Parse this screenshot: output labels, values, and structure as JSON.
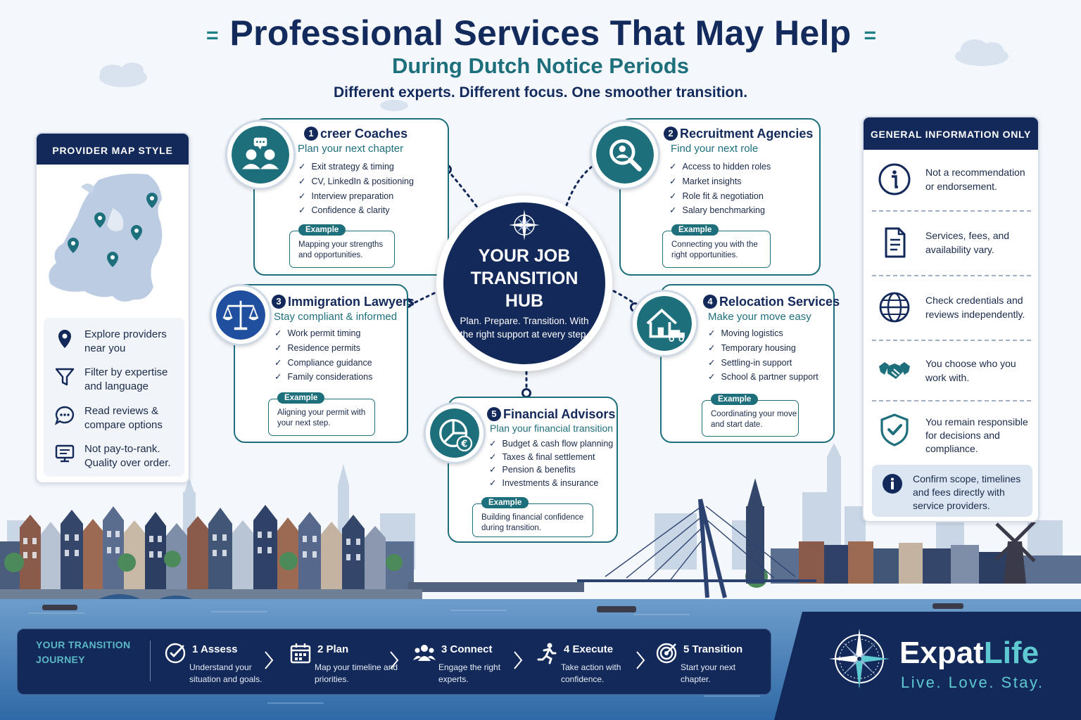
{
  "header": {
    "title": "Professional Services That May Help",
    "subtitle": "During Dutch Notice Periods",
    "tagline": "Different experts. Different focus. One smoother transition."
  },
  "map_panel": {
    "title": "PROVIDER MAP STYLE",
    "items": [
      {
        "icon": "location-pin-icon",
        "label": "Explore providers near you"
      },
      {
        "icon": "filter-icon",
        "label": "Filter by expertise and language"
      },
      {
        "icon": "chat-bubble-icon",
        "label": "Read reviews & compare options"
      },
      {
        "icon": "monitor-icon",
        "label": "Not pay-to-rank. Quality over order."
      }
    ]
  },
  "hub": {
    "title_line1": "YOUR JOB",
    "title_line2": "TRANSITION",
    "title_line3": "HUB",
    "subtitle": "Plan. Prepare. Transition. With the right support at every step."
  },
  "services": [
    {
      "number": "1",
      "title": "creer Coaches",
      "subtitle": "Plan your next chapter",
      "bullets": [
        "Exit strategy & timing",
        "CV, LinkedIn & positioning",
        "Interview preparation",
        "Confidence & clarity"
      ],
      "example_label": "Example",
      "example": "Mapping your strengths and opportunities.",
      "icon": "coaching-people-icon"
    },
    {
      "number": "2",
      "title": "Recruitment Agencies",
      "subtitle": "Find your next role",
      "bullets": [
        "Access to hidden roles",
        "Market insights",
        "Role fit & negotiation",
        "Salary benchmarking"
      ],
      "example_label": "Example",
      "example": "Connecting you with the right opportunities.",
      "icon": "magnifier-person-icon"
    },
    {
      "number": "3",
      "title": "Immigration Lawyers",
      "subtitle": "Stay compliant & informed",
      "bullets": [
        "Work permit timing",
        "Residence permits",
        "Compliance guidance",
        "Family considerations"
      ],
      "example_label": "Example",
      "example": "Aligning your permit with your next step.",
      "icon": "scales-icon"
    },
    {
      "number": "4",
      "title": "Relocation Services",
      "subtitle": "Make your move easy",
      "bullets": [
        "Moving logistics",
        "Temporary housing",
        "Settling-in support",
        "School & partner support"
      ],
      "example_label": "Example",
      "example": "Coordinating your move and start date.",
      "icon": "house-truck-icon"
    },
    {
      "number": "5",
      "title": "Financial Advisors",
      "subtitle": "Plan your financial transition",
      "bullets": [
        "Budget & cash flow planning",
        "Taxes & final settlement",
        "Pension & benefits",
        "Investments & insurance"
      ],
      "example_label": "Example",
      "example": "Building financial confidence during transition.",
      "icon": "euro-pie-icon"
    }
  ],
  "info_panel": {
    "title": "GENERAL INFORMATION ONLY",
    "items": [
      {
        "icon": "info-icon",
        "label": "Not a recommendation or endorsement."
      },
      {
        "icon": "document-icon",
        "label": "Services, fees, and availability vary."
      },
      {
        "icon": "globe-icon",
        "label": "Check credentials and reviews independently."
      },
      {
        "icon": "handshake-icon",
        "label": "You choose who you work with."
      },
      {
        "icon": "shield-check-icon",
        "label": "You remain responsible for decisions and compliance."
      }
    ],
    "note": "Confirm scope, timelines and fees directly with service providers."
  },
  "journey": {
    "title": "YOUR TRANSITION JOURNEY",
    "steps": [
      {
        "name": "1  Assess",
        "desc": "Understand your situation and goals.",
        "icon": "check-circle-icon"
      },
      {
        "name": "2  Plan",
        "desc": "Map your timeline and priorities.",
        "icon": "calendar-icon"
      },
      {
        "name": "3  Connect",
        "desc": "Engage the right experts.",
        "icon": "group-icon"
      },
      {
        "name": "4  Execute",
        "desc": "Take action with confidence.",
        "icon": "runner-icon"
      },
      {
        "name": "5  Transition",
        "desc": "Start your next chapter.",
        "icon": "target-icon"
      }
    ]
  },
  "brand": {
    "name_part1": "Expat",
    "name_part2": "Life",
    "tagline": "Live. Love. Stay."
  },
  "colors": {
    "navy": "#12295a",
    "teal": "#1e6f7c",
    "accent_cyan": "#5fc9d1",
    "water": "#3e79b3"
  }
}
